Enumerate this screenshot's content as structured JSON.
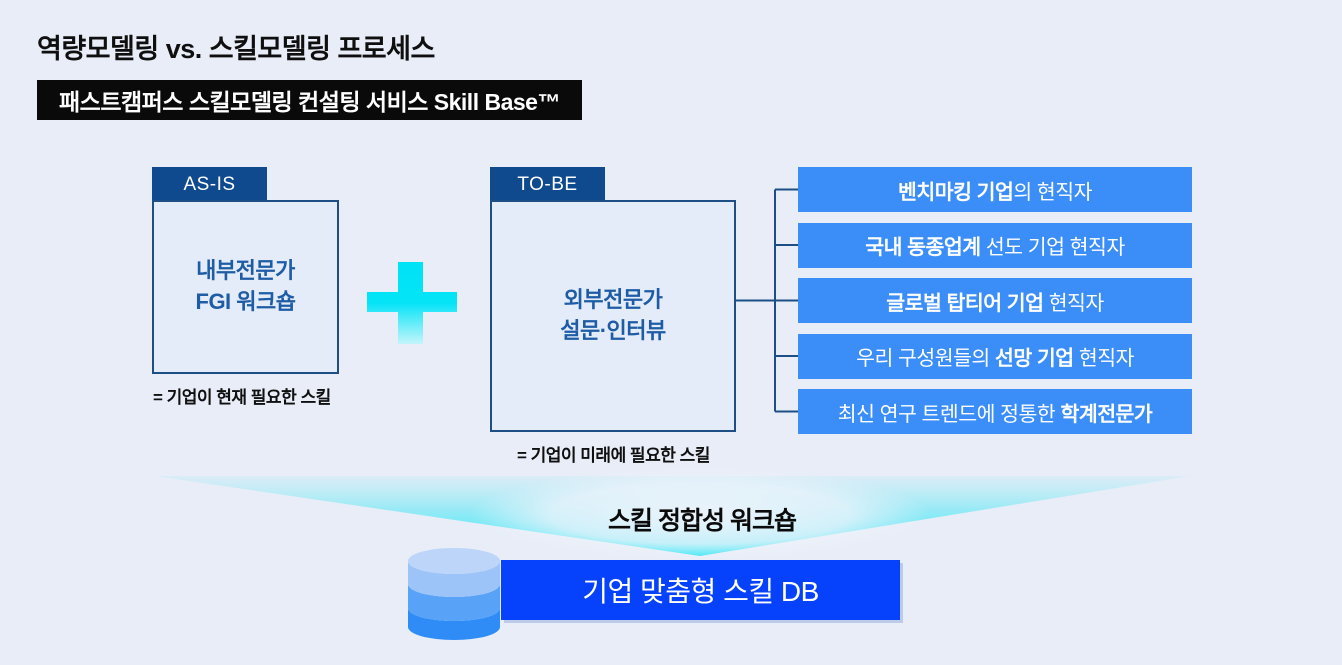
{
  "header": {
    "title": "역량모델링 vs. 스킬모델링 프로세스",
    "badge": "패스트캠퍼스 스킬모델링 컨설팅 서비스 Skill Base™"
  },
  "as_is": {
    "tab": "AS-IS",
    "line1": "내부전문가",
    "line2": "FGI 워크숍",
    "caption": "= 기업이 현재 필요한 스킬"
  },
  "to_be": {
    "tab": "TO-BE",
    "line1": "외부전문가",
    "line2": "설문·인터뷰",
    "caption": "= 기업이 미래에 필요한 스킬"
  },
  "expert_bars": [
    {
      "segments": [
        {
          "text": "벤치마킹 기업",
          "bold": true
        },
        {
          "text": "의 현직자",
          "bold": false
        }
      ]
    },
    {
      "segments": [
        {
          "text": "국내 동종업계",
          "bold": true
        },
        {
          "text": " 선도 기업 현직자",
          "bold": false
        }
      ]
    },
    {
      "segments": [
        {
          "text": "글로벌 탑티어 기업",
          "bold": true
        },
        {
          "text": " 현직자",
          "bold": false
        }
      ]
    },
    {
      "segments": [
        {
          "text": "우리 구성원들의 ",
          "bold": false
        },
        {
          "text": "선망 기업",
          "bold": true
        },
        {
          "text": " 현직자",
          "bold": false
        }
      ]
    },
    {
      "segments": [
        {
          "text": "최신 연구 트렌드에 정통한 ",
          "bold": false
        },
        {
          "text": "학계전문가",
          "bold": true
        }
      ]
    }
  ],
  "funnel": {
    "label": "스킬 정합성 워크숍"
  },
  "database": {
    "label": "기업 맞춤형 스킬 DB",
    "icon": "database-cylinder-icon"
  },
  "icons": {
    "plus": "plus-icon",
    "funnel": "funnel-beam-icon",
    "connector": "tree-connector-lines"
  },
  "colors": {
    "background": "#e8edf7",
    "navy_tab": "#0f4a8e",
    "line_navy": "#1d4e86",
    "box_fill": "#e4ecf9",
    "box_text_blue": "#1e5ca6",
    "bar_blue": "#3b8ef7",
    "cyan": "#00e2f6",
    "db_blue": "#0642fc",
    "badge_black": "#0a0a0b",
    "cylinder_top": "#bcd5f9",
    "cylinder_band1": "#9dc4f8",
    "cylinder_band2": "#58a2f7",
    "cylinder_band3": "#2f8cf6"
  }
}
